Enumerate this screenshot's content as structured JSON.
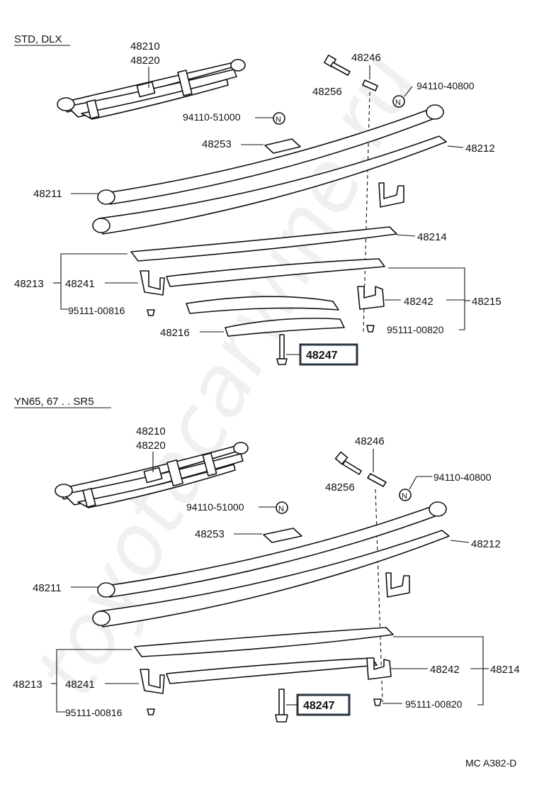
{
  "watermark": "toyotacarwine.ru",
  "figure_code": "MC A382-D",
  "sections": [
    {
      "title": "STD, DLX",
      "labels": {
        "spring_assy_1": "48210",
        "spring_assy_2": "48220",
        "bushing_pin": "48246",
        "bolt": "48256",
        "nut_right": "94110-40800",
        "nut_left": "94110-51000",
        "seat": "48253",
        "leaf_no2": "48212",
        "leaf_no1": "48211",
        "leaf_no4": "48214",
        "group_left": "48213",
        "clip_left": "48241",
        "rivet_left": "95111-00816",
        "clip_right": "48242",
        "group_right": "48215",
        "rivet_right": "95111-00820",
        "leaf_no6": "48216",
        "center_bolt": "48247"
      }
    },
    {
      "title": "YN65, 67 . . SR5",
      "labels": {
        "spring_assy_1": "48210",
        "spring_assy_2": "48220",
        "bushing_pin": "48246",
        "bolt": "48256",
        "nut_right": "94110-40800",
        "nut_left": "94110-51000",
        "seat": "48253",
        "leaf_no2": "48212",
        "leaf_no1": "48211",
        "group_left": "48213",
        "clip_left": "48241",
        "rivet_left": "95111-00816",
        "clip_right": "48242",
        "leaf_no4": "48214",
        "rivet_right": "95111-00820",
        "center_bolt": "48247"
      }
    }
  ],
  "icons": {
    "nut_marker": "N"
  }
}
